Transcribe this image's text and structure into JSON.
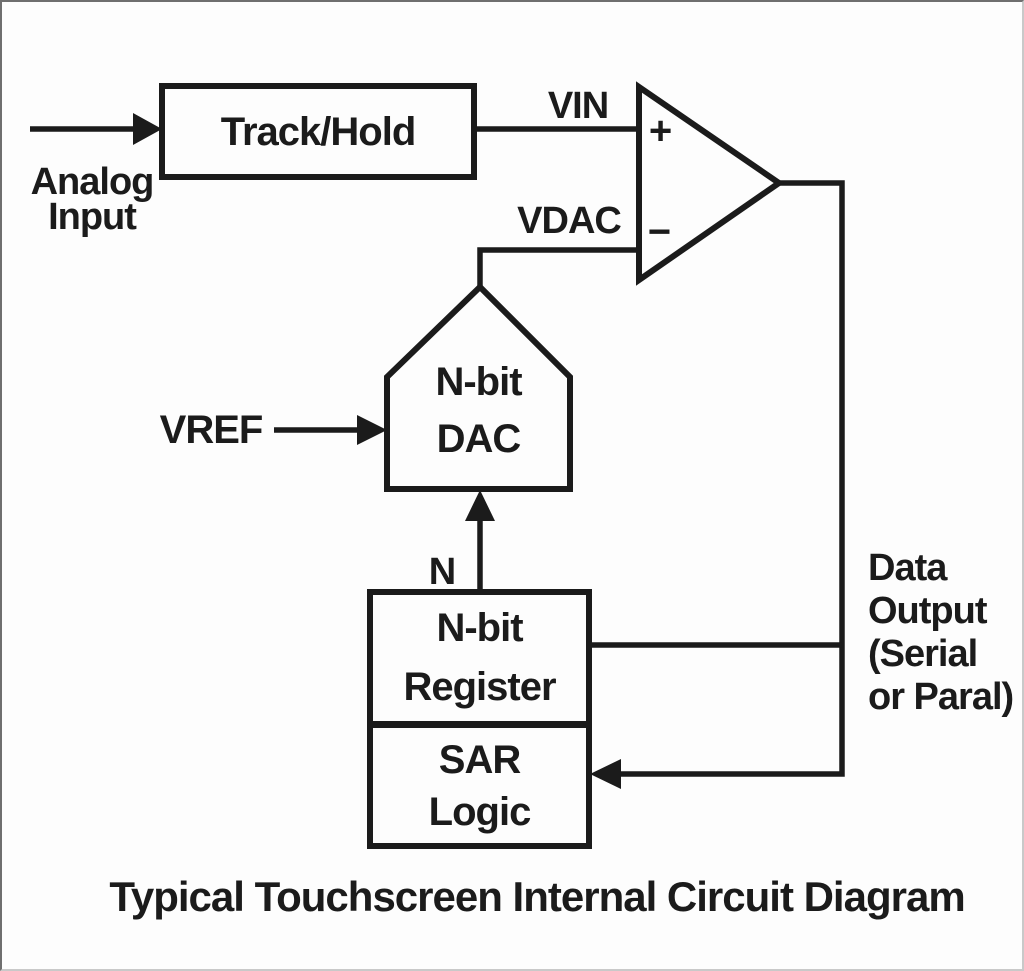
{
  "diagram": {
    "caption": "Typical Touchscreen Internal Circuit Diagram",
    "labels": {
      "analog_input_line1": "Analog",
      "analog_input_line2": "Input",
      "vin": "VIN",
      "vdac": "VDAC",
      "vref": "VREF",
      "n_bus": "N",
      "comparator_plus": "+",
      "comparator_minus": "−",
      "data_output_line1": "Data",
      "data_output_line2": "Output",
      "data_output_line3": "(Serial",
      "data_output_line4": "or Paral)"
    },
    "blocks": {
      "track_hold": {
        "label": "Track/Hold"
      },
      "dac": {
        "label_line1": "N-bit",
        "label_line2": "DAC"
      },
      "register": {
        "label_line1": "N-bit",
        "label_line2": "Register"
      },
      "sar": {
        "label_line1": "SAR",
        "label_line2": "Logic"
      }
    },
    "colors": {
      "line": "#1b1b1b",
      "background": "#fdfdfd"
    }
  }
}
